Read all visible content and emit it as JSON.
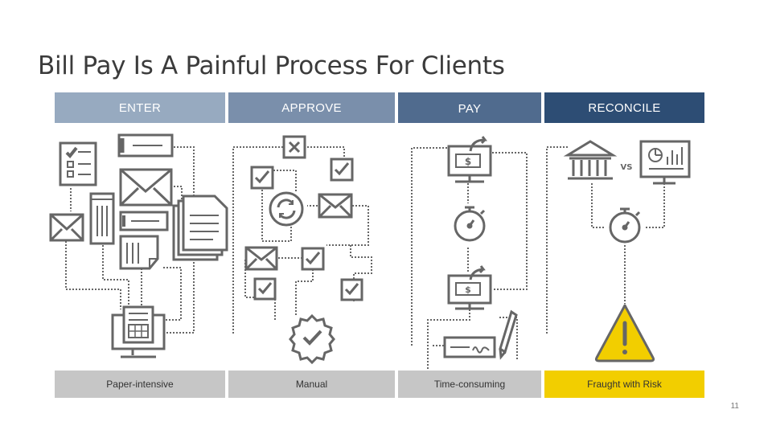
{
  "slide": {
    "title": "Bill Pay Is A Painful Process For Clients",
    "page_number": "11"
  },
  "columns": [
    {
      "header": "ENTER",
      "footer": "Paper-intensive",
      "header_color": "#97aac0",
      "footer_color": "#c6c6c6"
    },
    {
      "header": "APPROVE",
      "footer": "Manual",
      "header_color": "#7a8fab",
      "footer_color": "#c6c6c6"
    },
    {
      "header": "PAY",
      "footer": "Time-consuming",
      "header_color": "#506b8e",
      "footer_color": "#c6c6c6"
    },
    {
      "header": "RECONCILE",
      "footer": "Fraught with Risk",
      "header_color": "#2d4d74",
      "footer_color": "#f2ce00"
    }
  ],
  "icons": {
    "reconcile_vs_label": "VS"
  },
  "colors": {
    "icon_stroke": "#666666",
    "warning_fill": "#f2ce00"
  }
}
